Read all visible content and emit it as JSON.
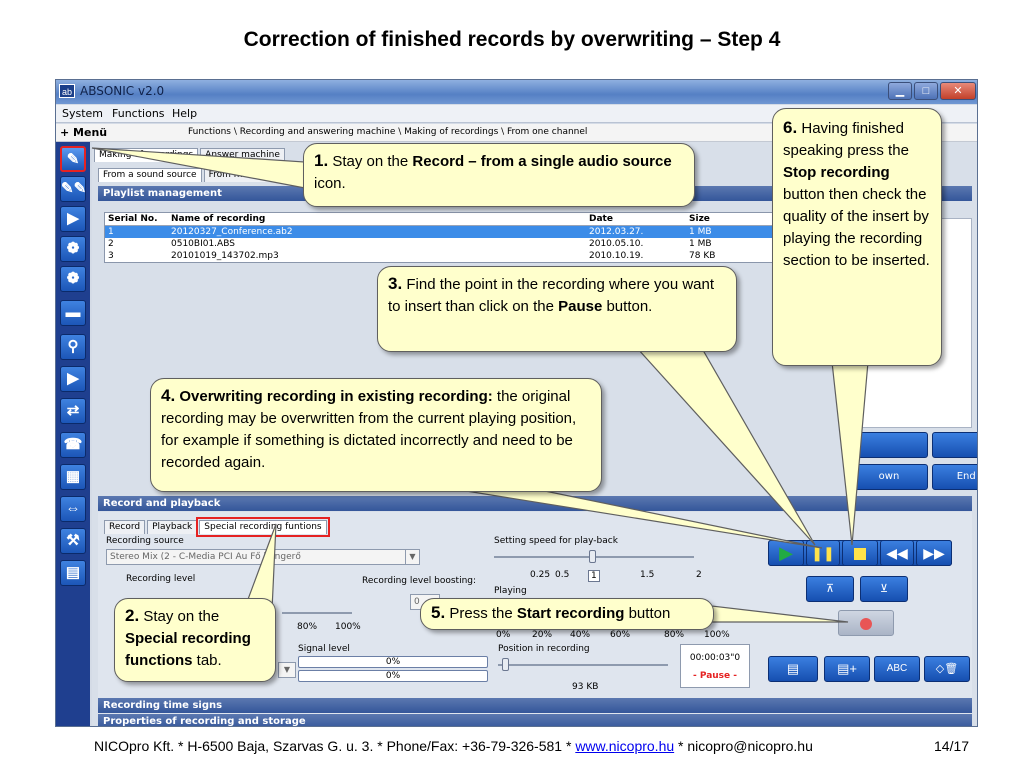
{
  "slide": {
    "title": "Correction of finished records by overwriting – Step 4"
  },
  "window": {
    "icon_text": "ab",
    "title": "ABSONIC v2.0",
    "menu": [
      "System",
      "Functions",
      "Help"
    ],
    "menu_label": "+ Menü",
    "path": "Functions \\ Recording and answering machine \\ Making of recordings \\ From one channel"
  },
  "sidebar": {
    "icons": [
      "record-single-source-icon",
      "record-multi-source-icon",
      "play-icon",
      "film-icon",
      "film-multi-icon",
      "folder-icon",
      "search-icon",
      "play-icon",
      "transfer-icon",
      "phone-icon",
      "calculator-icon",
      "arrows-icon",
      "wrench-icon",
      "book-icon"
    ]
  },
  "tabs": {
    "top": [
      "Making of recordings",
      "Answer machine"
    ],
    "source": [
      "From a sound source",
      "From more sound sources"
    ]
  },
  "playlist": {
    "header": "Playlist management",
    "columns": [
      "Serial No.",
      "Name of recording",
      "Date",
      "Size"
    ],
    "rows": [
      {
        "no": "1",
        "name": "20120327_Conference.ab2",
        "date": "2012.03.27.",
        "size": "1 MB"
      },
      {
        "no": "2",
        "name": "0510BI01.ABS",
        "date": "2010.05.10.",
        "size": "1 MB"
      },
      {
        "no": "3",
        "name": "20101019_143702.mp3",
        "date": "2010.10.19.",
        "size": "78 KB"
      }
    ]
  },
  "nav": {
    "down_label": "own",
    "end_label": "End"
  },
  "record": {
    "header": "Record and playback",
    "subtabs": [
      "Record",
      "Playback",
      "Special recording funtions"
    ],
    "source_label": "Recording source",
    "source_value": "Stereo Mix (2 - C-Media PCI Au Fő hangerő",
    "level_label": "Recording level",
    "boost_label": "Recording level boosting:",
    "speed_label": "Setting speed for play-back",
    "speed_ticks": [
      "0.25",
      "0.5",
      "1",
      "1.5",
      "2"
    ],
    "playing_label": "Playing",
    "level_ticks": [
      "80%",
      "100%"
    ],
    "playing_ticks": [
      "0%",
      "20%",
      "40%",
      "60%",
      "80%",
      "100%"
    ],
    "signal_label": "Signal level",
    "signal_values": [
      "0%",
      "0%"
    ],
    "position_label": "Position in recording",
    "size_value": "93 KB",
    "time_value": "00:00:03\"0",
    "status_value": "- Pause -",
    "boost_value": "0"
  },
  "bottom_panels": [
    "Recording time signs",
    "Properties of recording and storage"
  ],
  "callouts": {
    "c1": {
      "num": "1.",
      "pre": " Stay on the ",
      "bold": "Record – from a single audio source",
      "post": " icon."
    },
    "c2": {
      "num": "2.",
      "pre": " Stay on the ",
      "bold": "Special recording functions",
      "post": " tab."
    },
    "c3": {
      "num": "3.",
      "pre": " Find the point in the recording where you want to insert than click on the ",
      "bold": "Pause",
      "post": " button."
    },
    "c4": {
      "num": "4.",
      "bold": " Overwriting recording in existing recording:",
      "post": " the original recording may be overwritten from the current playing position, for example if something is dictated incorrectly and need to be recorded again."
    },
    "c5": {
      "num": "5.",
      "pre": " Press the ",
      "bold": "Start recording",
      "post": " button"
    },
    "c6": {
      "num": "6.",
      "pre": " Having finished speaking press the ",
      "bold": "Stop recording",
      "post": " button then check the quality of the insert by playing the recording section to be inserted."
    }
  },
  "footer": {
    "text_before": "NICOpro Kft. * H-6500 Baja, Szarvas G. u. 3. * Phone/Fax: +36-79-326-581 * ",
    "link": "www.nicopro.hu",
    "text_after": " * nicopro@nicopro.hu",
    "page": "14/17"
  },
  "colors": {
    "callout_bg": "#ffffcc",
    "selection": "#3c8ce8",
    "highlight_border": "#e52222",
    "toolbar_blue": "#1c56b7",
    "play_green": "#22aa44",
    "pause_yellow": "#ffe24a",
    "record_red": "#e85555"
  }
}
